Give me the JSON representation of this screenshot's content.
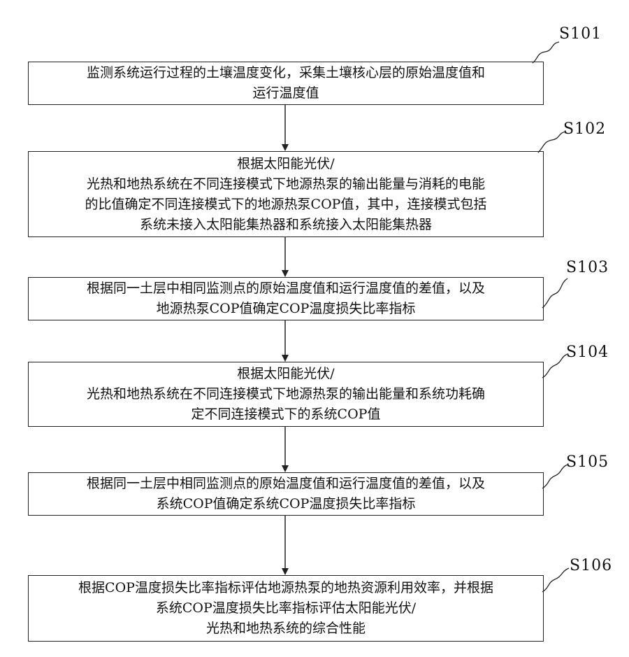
{
  "steps": [
    {
      "id": "S101",
      "lines": [
        "监测系统运行过程的土壤温度变化，采集土壤核心层的原始温度值和",
        "运行温度值"
      ]
    },
    {
      "id": "S102",
      "lines": [
        "根据太阳能光伏/",
        "光热和地热系统在不同连接模式下地源热泵的输出能量与消耗的电能",
        "的比值确定不同连接模式下的地源热泵COP值，其中，连接模式包括",
        "系统未接入太阳能集热器和系统接入太阳能集热器"
      ]
    },
    {
      "id": "S103",
      "lines": [
        "根据同一土层中相同监测点的原始温度值和运行温度值的差值，以及",
        "地源热泵COP值确定COP温度损失比率指标"
      ]
    },
    {
      "id": "S104",
      "lines": [
        "根据太阳能光伏/",
        "光热和地热系统在不同连接模式下地源热泵的输出能量和系统功耗确",
        "定不同连接模式下的系统COP值"
      ]
    },
    {
      "id": "S105",
      "lines": [
        "根据同一土层中相同监测点的原始温度值和运行温度值的差值，以及",
        "系统COP值确定系统COP温度损失比率指标"
      ]
    },
    {
      "id": "S106",
      "lines": [
        "根据COP温度损失比率指标评估地源热泵的地热资源利用效率，并根据",
        "系统COP温度损失比率指标评估太阳能光伏/",
        "光热和地热系统的综合性能"
      ]
    }
  ]
}
